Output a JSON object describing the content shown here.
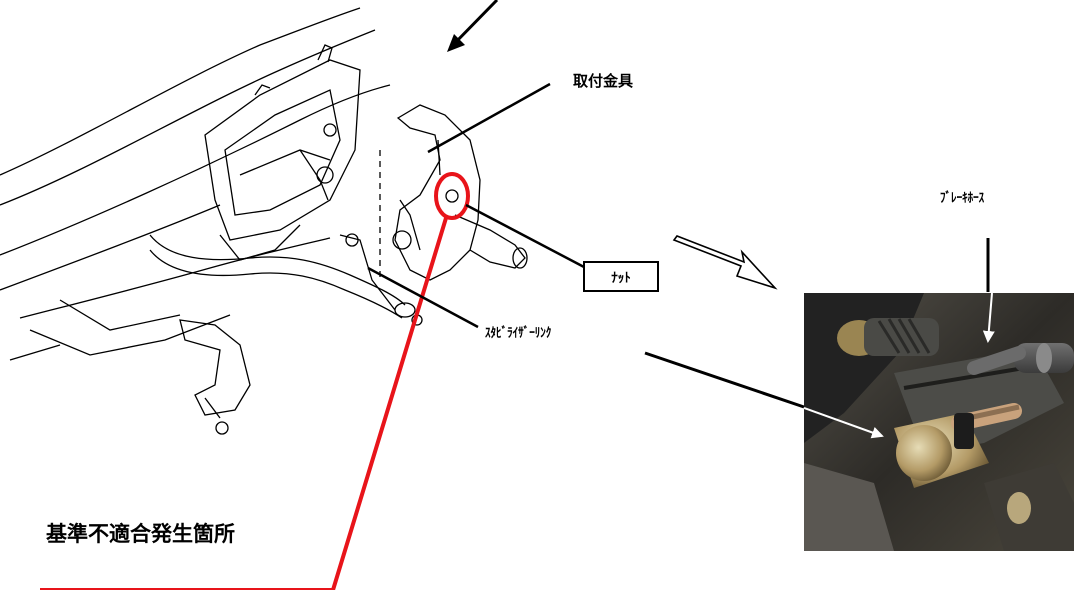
{
  "labels": {
    "bracket": "取付金具",
    "brake_hose": "ﾌﾞﾚｰｷﾎｰｽ",
    "stabilizer_link": "ｽﾀﾋﾞﾗｲｻﾞｰﾘﾝｸ",
    "nut": "ﾅｯﾄ",
    "nonconformity_location": "基準不適合発生箇所"
  },
  "colors": {
    "highlight": "#e8141a",
    "ink": "#000000"
  }
}
